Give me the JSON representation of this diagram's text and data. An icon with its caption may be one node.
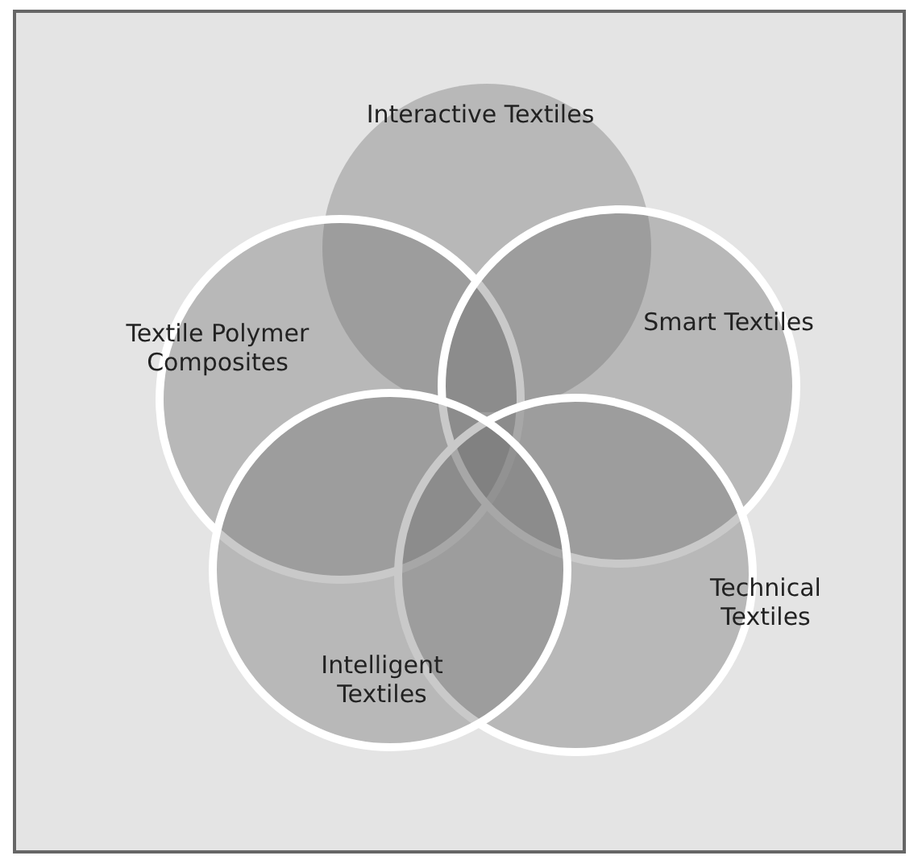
{
  "diagram": {
    "nodes": [
      {
        "text": [
          "Interactive Textiles"
        ]
      },
      {
        "text": [
          "Textile Polymer Composites"
        ]
      },
      {
        "text": [
          "Smart Textiles"
        ]
      },
      {
        "text": [
          "Technical Textiles"
        ]
      },
      {
        "text": [
          "Intelligent Textiles"
        ]
      }
    ]
  }
}
